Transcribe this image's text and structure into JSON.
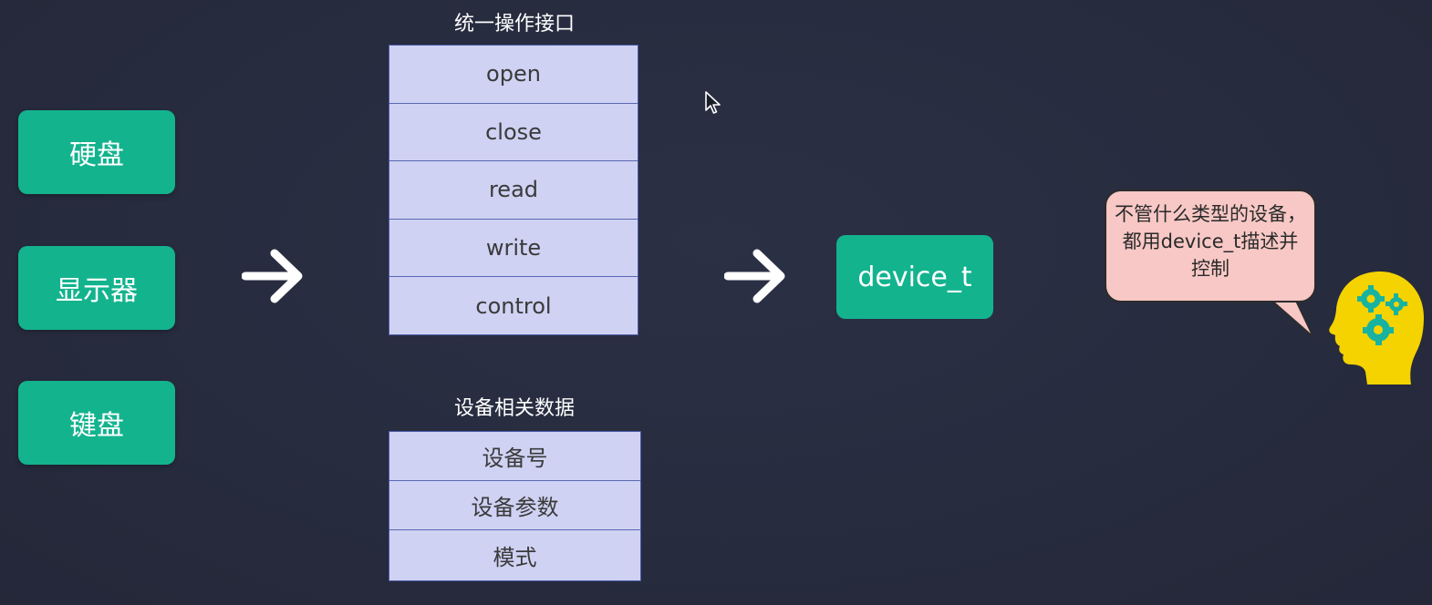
{
  "devices": [
    {
      "label": "硬盘"
    },
    {
      "label": "显示器"
    },
    {
      "label": "键盘"
    }
  ],
  "interface": {
    "title": "统一操作接口",
    "rows": [
      "open",
      "close",
      "read",
      "write",
      "control"
    ]
  },
  "device_data": {
    "title": "设备相关数据",
    "rows": [
      "设备号",
      "设备参数",
      "模式"
    ]
  },
  "struct": {
    "label": "device_t"
  },
  "bubble": {
    "text": "不管什么类型的设备，都用device_t描述并控制"
  },
  "colors": {
    "background": "#262b3f",
    "accent_green": "#13b38e",
    "table_fill": "#cfd2f3",
    "table_border": "#4a5aa8",
    "bubble_fill": "#f7c8c5",
    "head_yellow": "#f5d300",
    "gear_teal": "#17b3a0"
  },
  "icons": [
    "right-arrow-icon",
    "head-gears-icon",
    "mouse-cursor-icon"
  ]
}
